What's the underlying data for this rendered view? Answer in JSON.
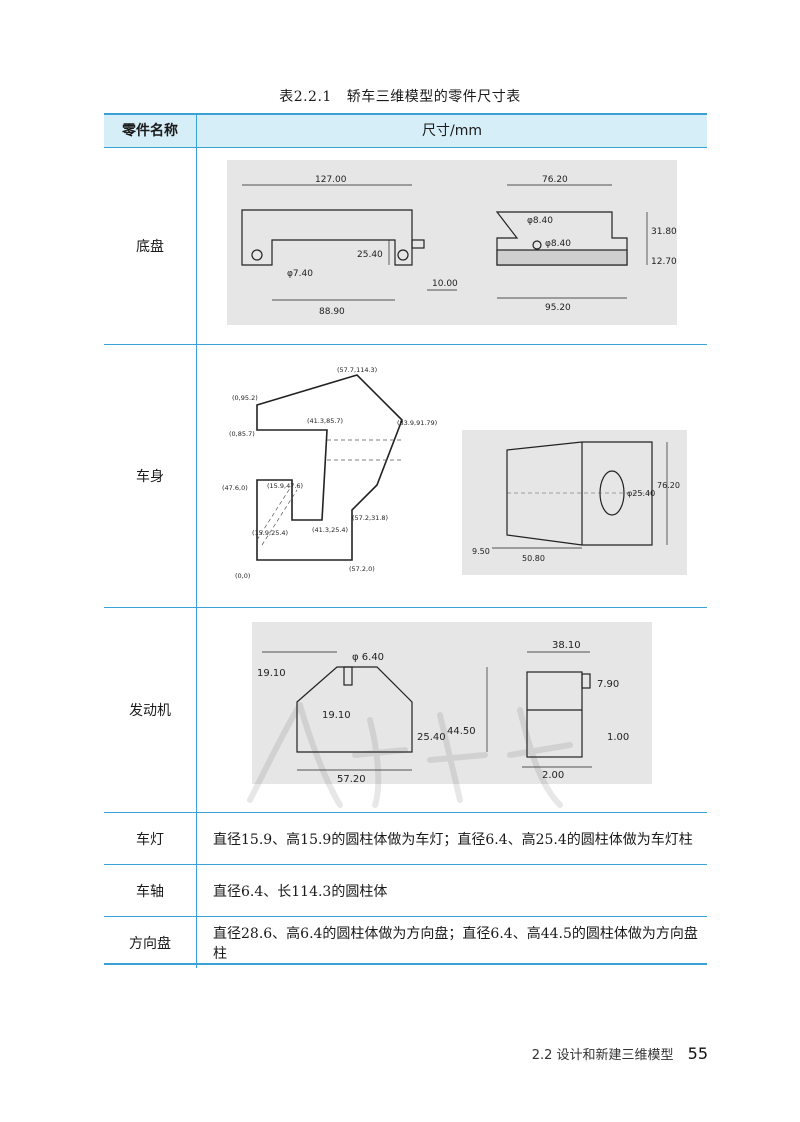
{
  "caption": {
    "number": "表2.2.1",
    "title": "轿车三维模型的零件尺寸表"
  },
  "table": {
    "header": {
      "col1": "零件名称",
      "col2": "尺寸/mm"
    },
    "rows": [
      {
        "name": "底盘"
      },
      {
        "name": "车身"
      },
      {
        "name": "发动机"
      },
      {
        "name": "车灯",
        "text": "直径15.9、高15.9的圆柱体做为车灯；直径6.4、高25.4的圆柱体做为车灯柱"
      },
      {
        "name": "车轴",
        "text": "直径6.4、长114.3的圆柱体"
      },
      {
        "name": "方向盘",
        "text": "直径28.6、高6.4的圆柱体做为方向盘；直径6.4、高44.5的圆柱体做为方向盘柱"
      }
    ]
  },
  "drawings": {
    "chassis": {
      "front": {
        "width": "127.00",
        "slot_height": "25.40",
        "hole": "φ7.40",
        "pin": "10.00",
        "inner_width": "88.90"
      },
      "side": {
        "width_top": "76.20",
        "hole1": "φ8.40",
        "hole2": "φ8.40",
        "height": "31.80",
        "base": "12.70",
        "width_bottom": "95.20"
      }
    },
    "body": {
      "points": [
        "(57.7,114.3)",
        "(0,95.2)",
        "(41.3,85.7)",
        "(83.9,91.79)",
        "(0,85.7)",
        "(47.6,0)",
        "(15.9,47.6)",
        "(15.9,25.4)",
        "(57.2,31.8)",
        "(41.3,25.4)",
        "(57.2,0)",
        "(0,0)"
      ],
      "side": {
        "height": "76.20",
        "hole": "φ25.40",
        "low": "9.50",
        "length": "50.80"
      }
    },
    "engine": {
      "front": {
        "hole": "φ 6.40",
        "left_top": "19.10",
        "inner": "19.10",
        "mid": "25.40",
        "height": "44.50",
        "width": "57.20"
      },
      "side": {
        "width": "38.10",
        "knob": "7.90",
        "gap": "1.00",
        "base": "2.00"
      }
    }
  },
  "footer": {
    "section": "2.2  设计和新建三维模型",
    "page": "55"
  }
}
